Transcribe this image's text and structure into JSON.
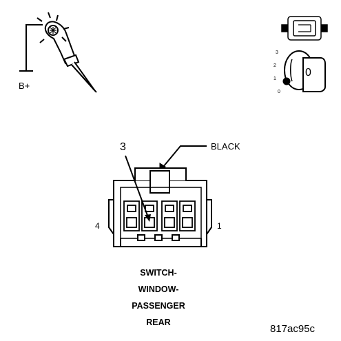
{
  "test_light": {
    "label": "B+"
  },
  "key_switch": {
    "positions": [
      "3",
      "2",
      "1",
      "0"
    ],
    "key_label": "0"
  },
  "connector": {
    "wire_color": "BLACK",
    "cavity_callout": "3",
    "pin_left": "4",
    "pin_right": "1",
    "caption": [
      "SWITCH-",
      "WINDOW-",
      "PASSENGER",
      "REAR"
    ]
  },
  "figure_id": "817ac95c"
}
